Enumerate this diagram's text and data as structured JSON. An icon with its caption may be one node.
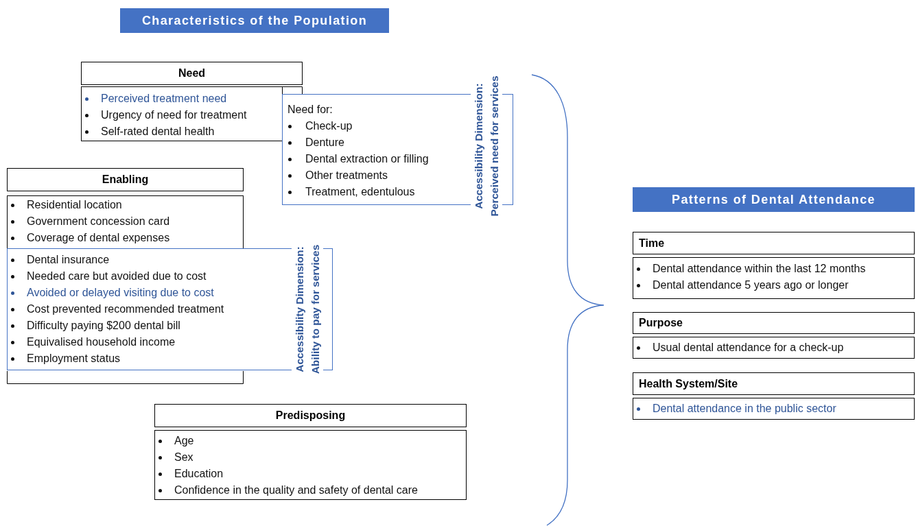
{
  "diagram": {
    "nodes": [
      {
        "text": [
          "Characteristics of the Population"
        ]
      },
      {
        "text": [
          "Need"
        ]
      },
      {
        "text": [
          "Perceived treatment need",
          "Urgency of need for treatment",
          "Self-rated dental health"
        ]
      },
      {
        "text": [
          "Need for:",
          "Check-up",
          "Denture",
          "Dental extraction or filling",
          "Other treatments",
          "Treatment, edentulous",
          "Accessibility Dimension: Perceived need for services"
        ]
      },
      {
        "text": [
          "Enabling"
        ]
      },
      {
        "text": [
          "Residential location",
          "Government concession card",
          "Coverage of dental expenses"
        ]
      },
      {
        "text": [
          "Dental insurance",
          "Needed care but avoided due to cost",
          "Avoided or delayed visiting due to cost",
          "Cost prevented recommended treatment",
          "Difficulty paying $200 dental bill",
          "Equivalised household income",
          "Employment status",
          "Accessibility Dimension: Ability to pay for services"
        ]
      },
      {
        "text": [
          "Predisposing"
        ]
      },
      {
        "text": [
          "Age",
          "Sex",
          "Education",
          "Confidence in the quality and safety of dental care"
        ]
      },
      {
        "text": [
          "Patterns of Dental Attendance"
        ]
      },
      {
        "text": [
          "Time"
        ]
      },
      {
        "text": [
          "Dental attendance within the last 12 months",
          "Dental attendance 5 years ago or longer"
        ]
      },
      {
        "text": [
          "Purpose"
        ]
      },
      {
        "text": [
          "Usual dental attendance for a check-up"
        ]
      },
      {
        "text": [
          "Health System/Site"
        ]
      },
      {
        "text": [
          "Dental attendance in the public sector"
        ]
      }
    ]
  }
}
